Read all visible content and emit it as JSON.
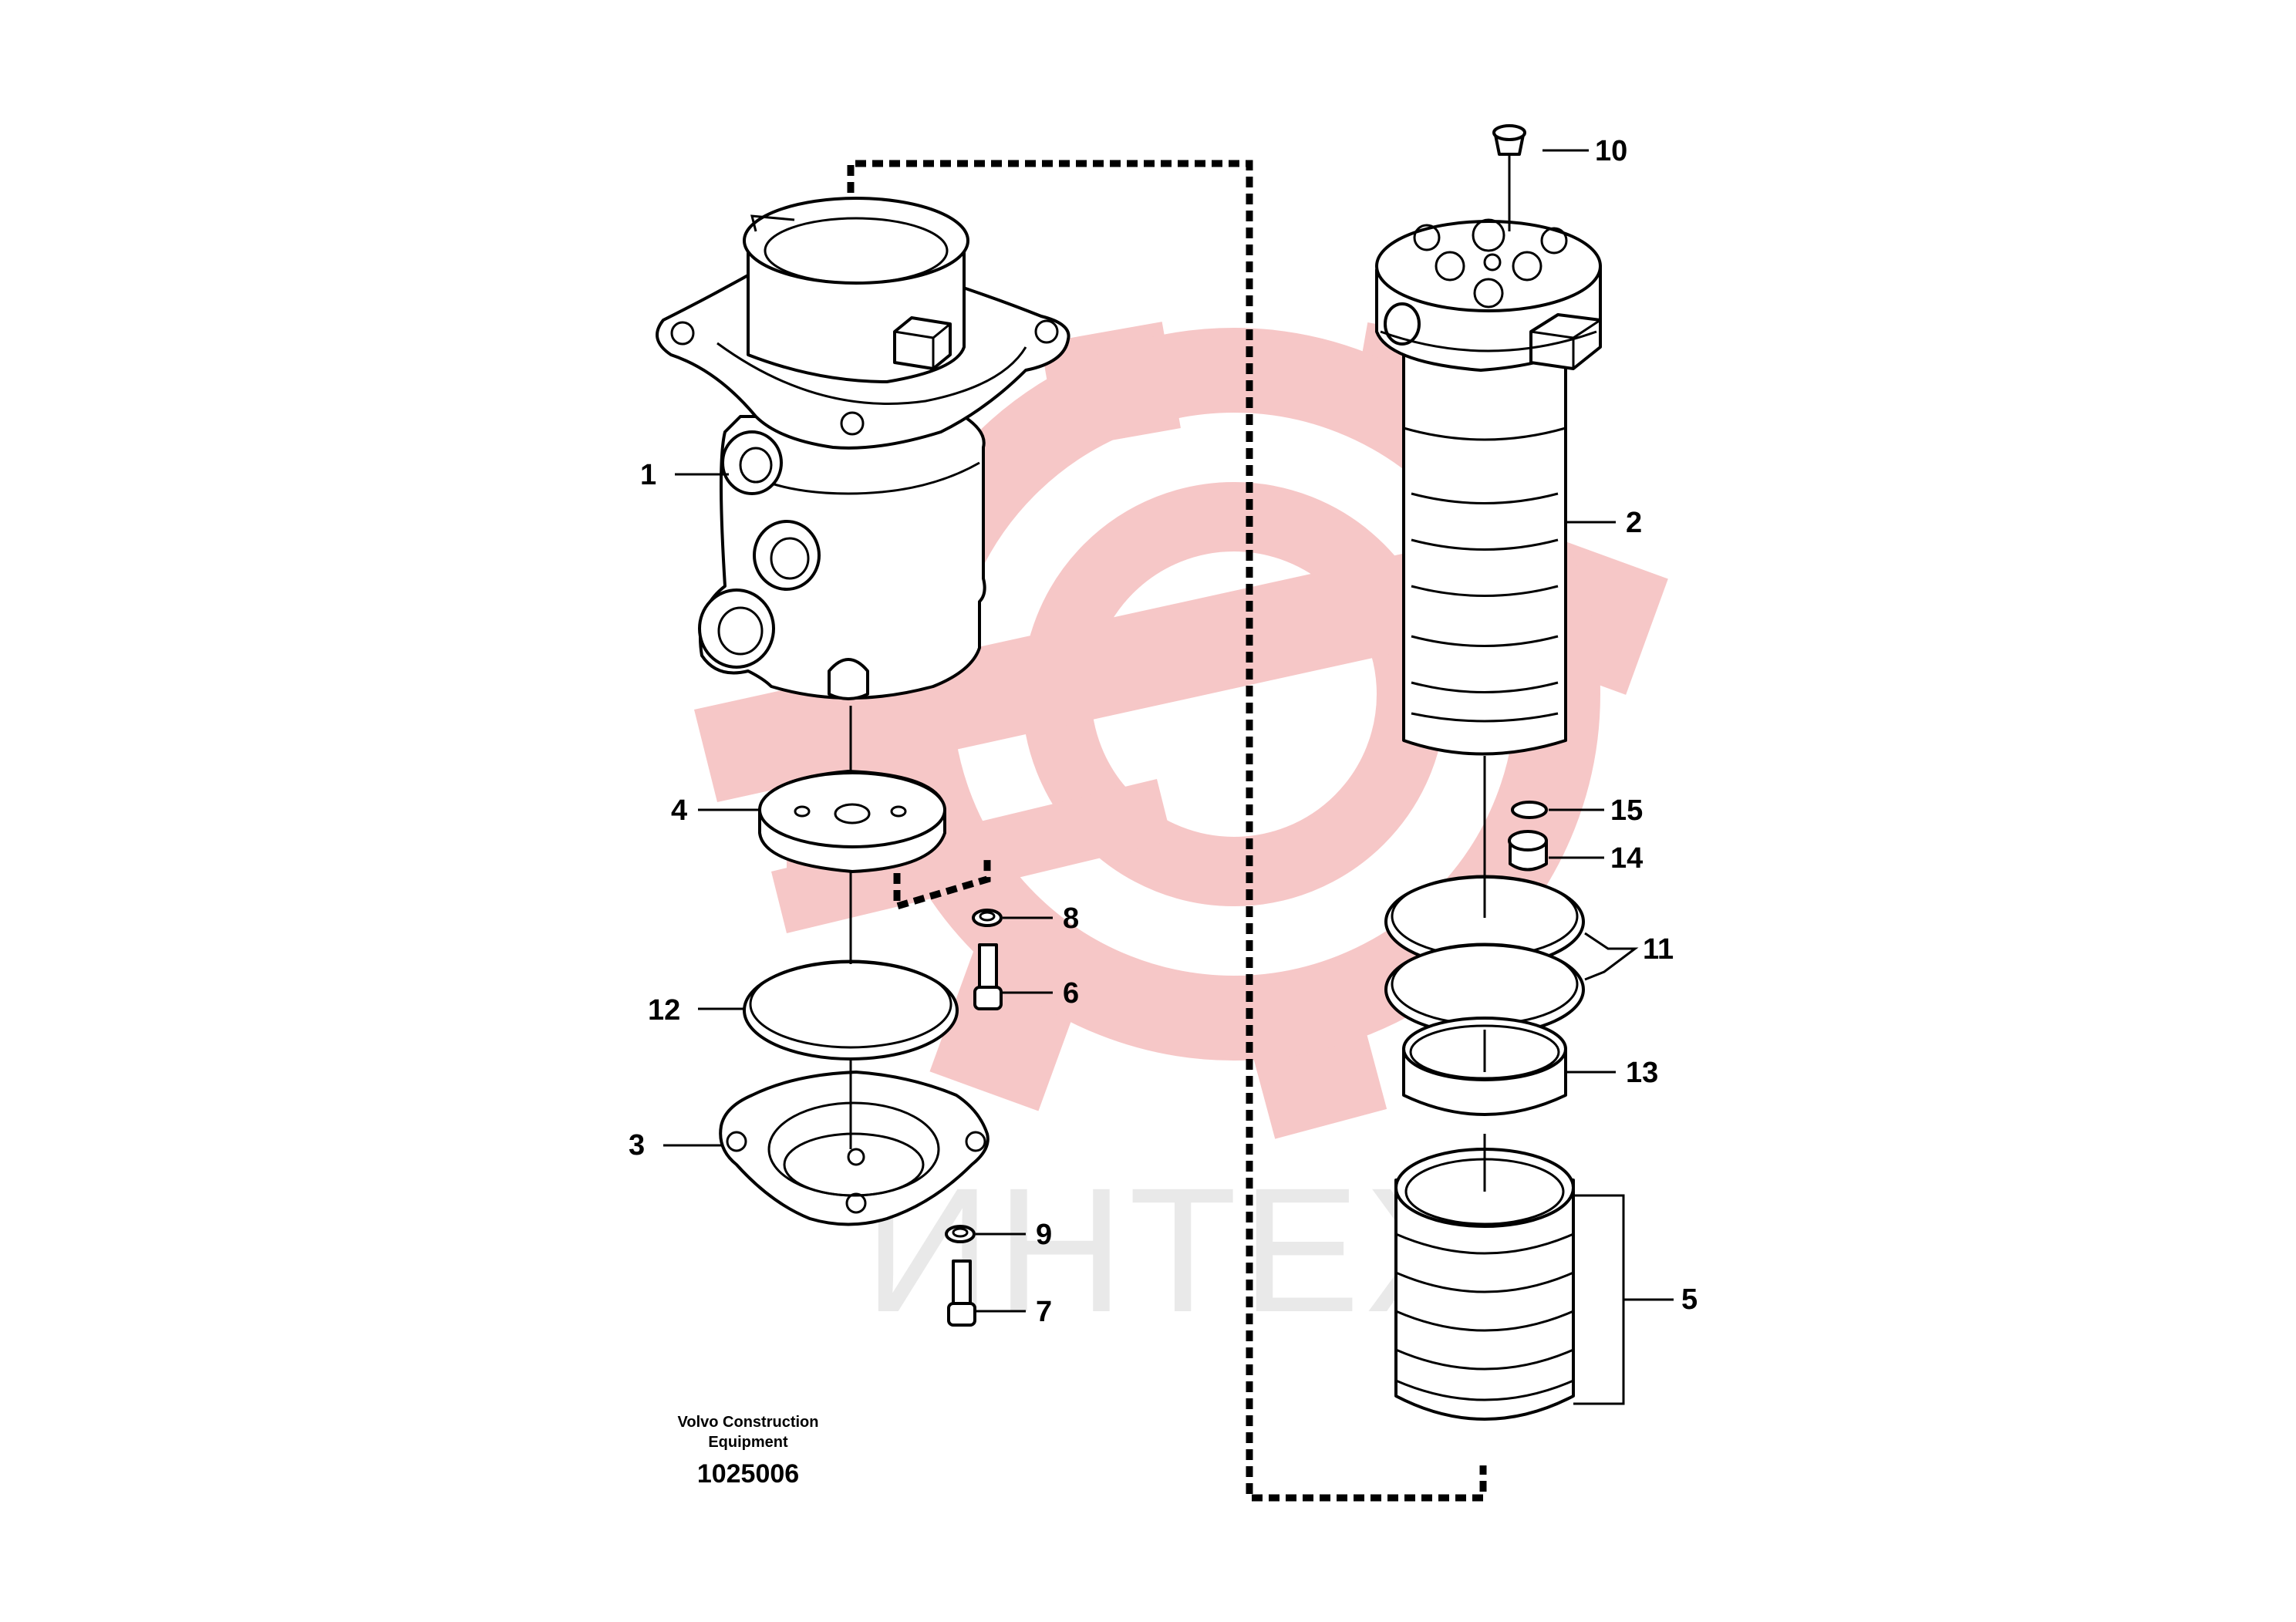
{
  "watermark": {
    "text": "ИНТЕХ",
    "color": "#f6c7c7",
    "text_color": "#e9e9e9"
  },
  "footer": {
    "brand_line1": "Volvo Construction",
    "brand_line2": "Equipment",
    "document_number": "1025006"
  },
  "callouts": [
    {
      "id": "1",
      "label": "1"
    },
    {
      "id": "2",
      "label": "2"
    },
    {
      "id": "3",
      "label": "3"
    },
    {
      "id": "4",
      "label": "4"
    },
    {
      "id": "5",
      "label": "5"
    },
    {
      "id": "6",
      "label": "6"
    },
    {
      "id": "7",
      "label": "7"
    },
    {
      "id": "8",
      "label": "8"
    },
    {
      "id": "9",
      "label": "9"
    },
    {
      "id": "10",
      "label": "10"
    },
    {
      "id": "11",
      "label": "11"
    },
    {
      "id": "12",
      "label": "12"
    },
    {
      "id": "13",
      "label": "13"
    },
    {
      "id": "14",
      "label": "14"
    },
    {
      "id": "15",
      "label": "15"
    }
  ]
}
